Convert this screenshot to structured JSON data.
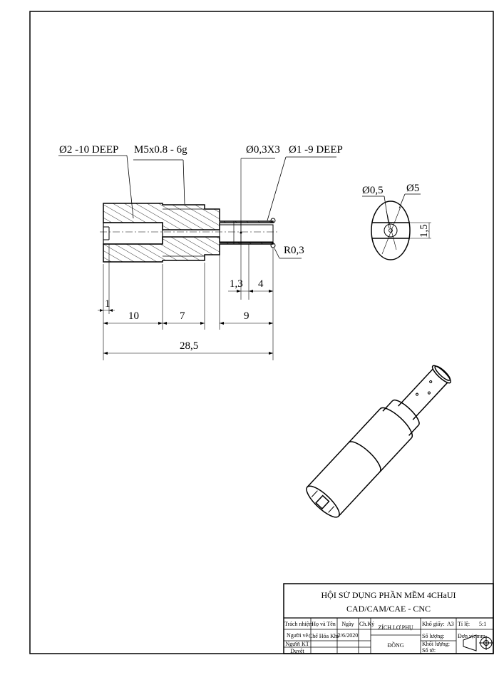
{
  "drawing": {
    "callouts": {
      "bore_left": "Ø2 -10 DEEP",
      "thread": "M5x0.8 - 6g",
      "cross_holes": "Ø0,3X3",
      "bore_right": "Ø1 -9 DEEP",
      "radius": "R0,3"
    },
    "dimensions": {
      "d1": "1",
      "d10": "10",
      "d7": "7",
      "d9": "9",
      "d13": "1,3",
      "d4": "4",
      "total": "28,5"
    },
    "end_view": {
      "small_dia": "Ø0,5",
      "outer_dia": "Ø5",
      "slot": "1,5"
    }
  },
  "title_block": {
    "org_line1": "HỘI SỬ DỤNG PHẦN MỀM 4CHaUI",
    "org_line2": "CAD/CAM/CAE - CNC",
    "headers": {
      "role": "Trách nhiệm",
      "name": "Họ và Tên",
      "date": "Ngày",
      "sign": "Ch.Ký"
    },
    "rows": [
      {
        "role": "Người vẽ",
        "name": "Chế Hóa Khí",
        "date": "2/6/2020"
      },
      {
        "role": "Người KT",
        "name": "",
        "date": ""
      },
      {
        "role": "Duyệt",
        "name": "",
        "date": ""
      }
    ],
    "part_name": "ZÍCH LƠ PHỤ",
    "material": "ĐỒNG",
    "paper_size_label": "Khổ giấy:",
    "paper_size": "A3",
    "scale_label": "Tỉ lệ:",
    "scale": "5:1",
    "quantity_label": "Số lượng:",
    "unit_label": "Đơn vị: mm",
    "mass_label": "Khối lượng:",
    "sheet_label": "Số tờ:",
    "projection_symbol": "first-angle-projection-icon"
  }
}
